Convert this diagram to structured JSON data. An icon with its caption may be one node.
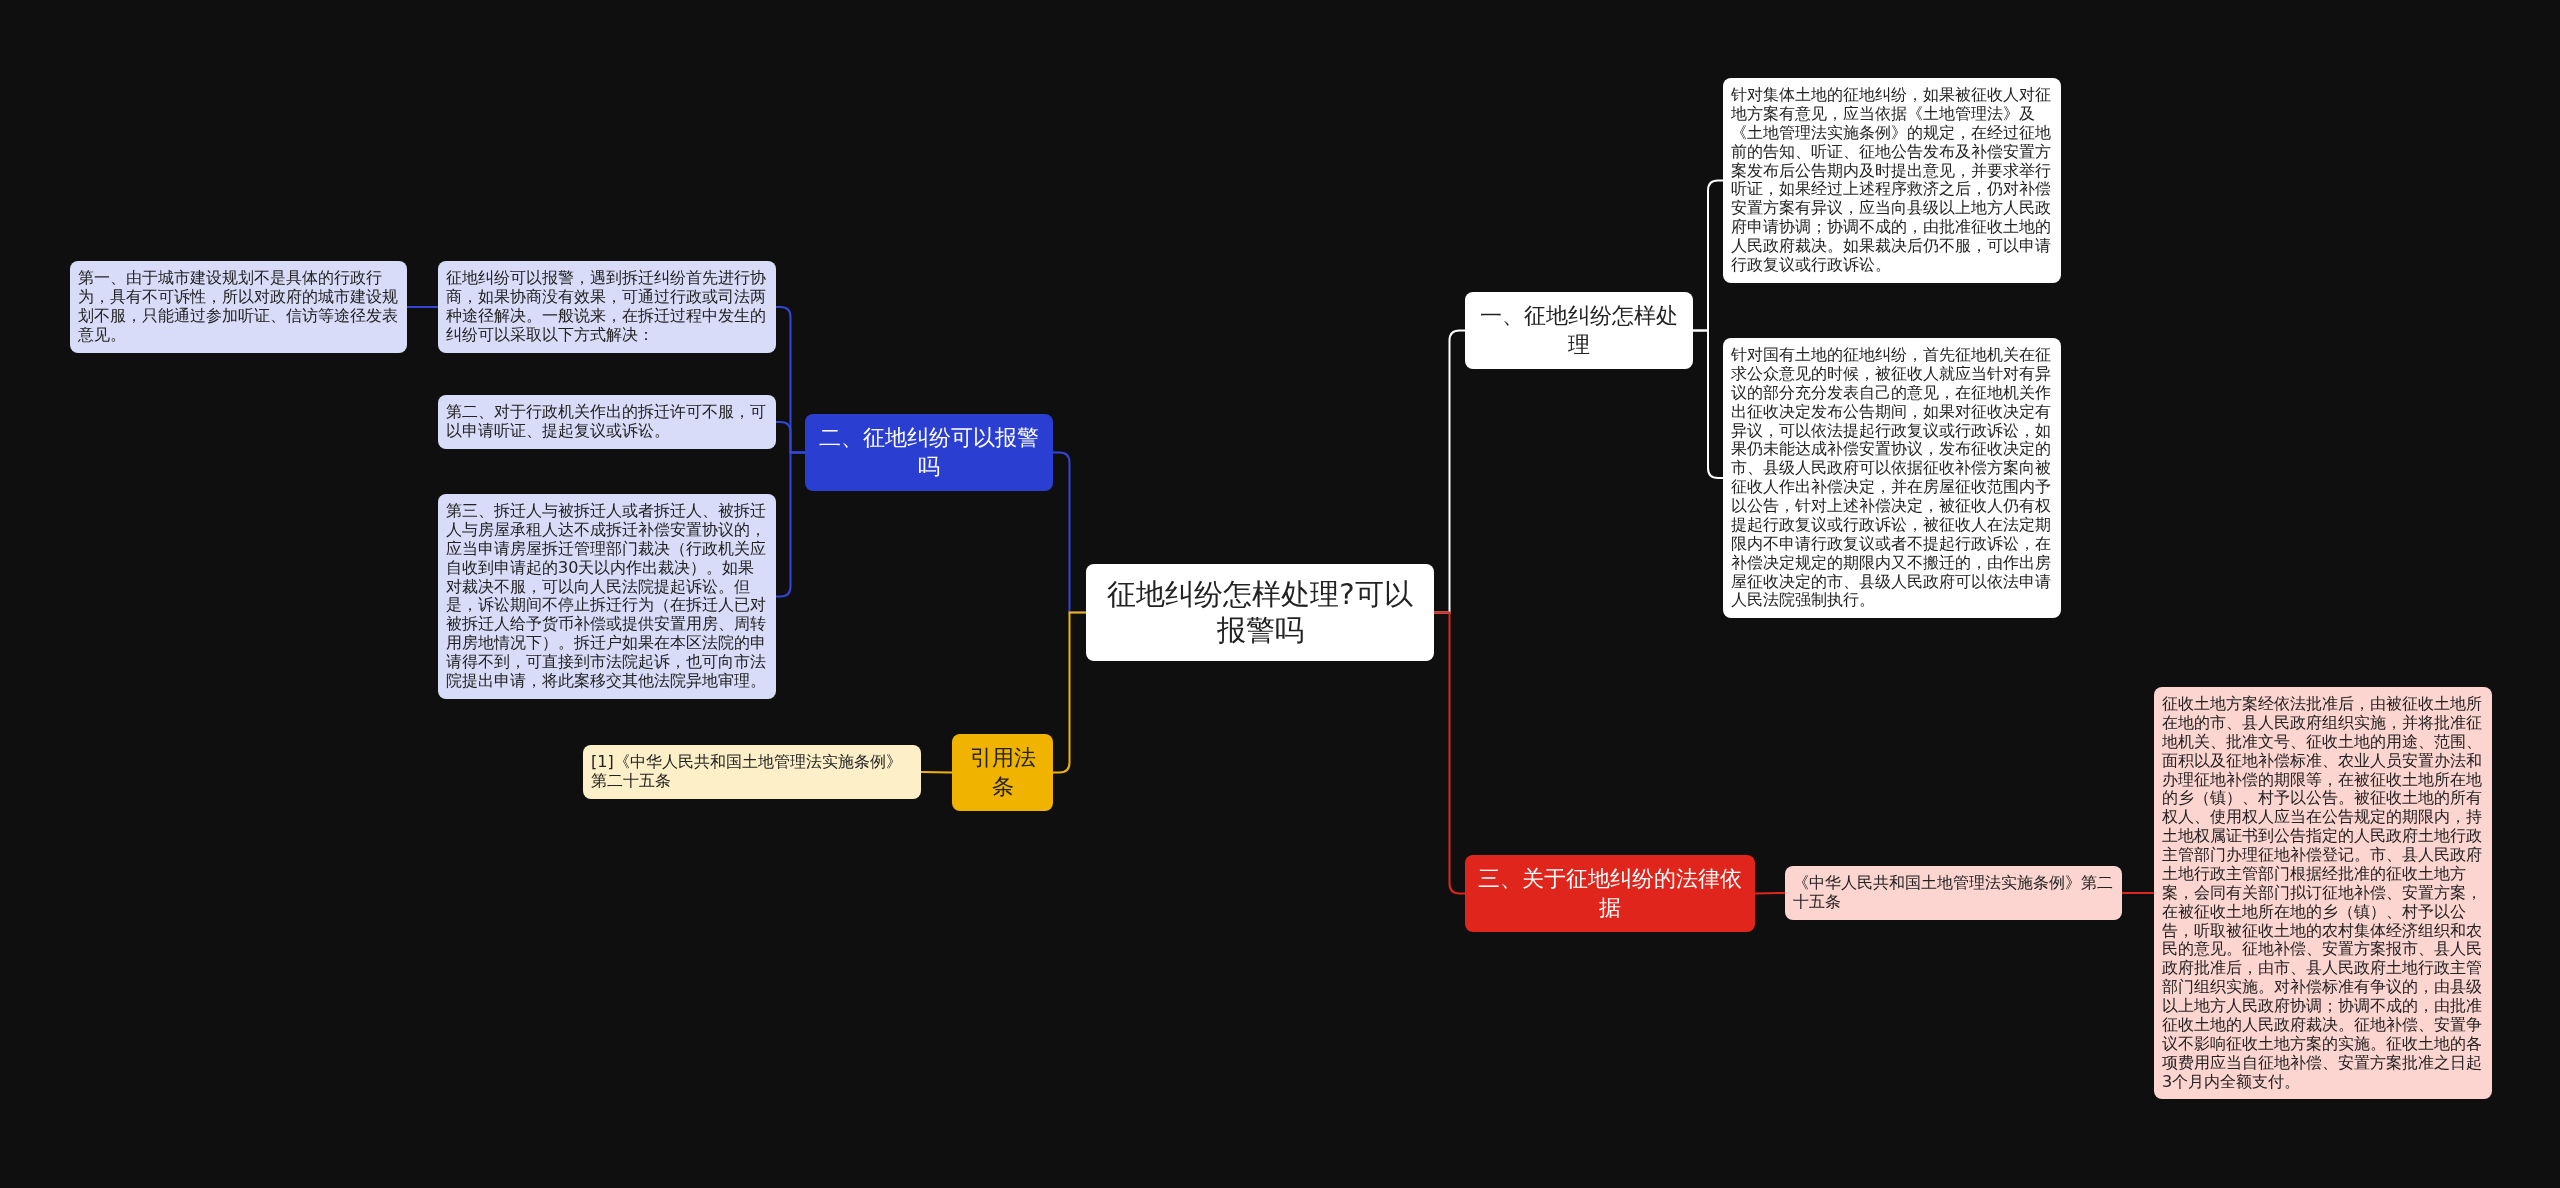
{
  "diagram": {
    "nodes": [
      {
        "text": [
          "征地纠纷怎样处理?可以报警吗"
        ]
      },
      {
        "text": [
          "一、征地纠纷怎样处理"
        ]
      },
      {
        "text": [
          "针对集体土地的征地纠纷，如果被征收人对征地方案有意见，应当依据《土地管理法》及《土地管理法实施条例》的规定，在经过征地前的告知、听证、征地公告发布及补偿安置方案发布后公告期内及时提出意见，并要求举行听证，如果经过上述程序救济之后，仍对补偿安置方案有异议，应当向县级以上地方人民政府申请协调；协调不成的，由批准征收土地的人民政府裁决。如果裁决后仍不服，可以申请行政复议或行政诉讼。"
        ]
      },
      {
        "text": [
          "针对国有土地的征地纠纷，首先征地机关在征求公众意见的时候，被征收人就应当针对有异议的部分充分发表自己的意见，在征地机关作出征收决定发布公告期间，如果对征收决定有异议，可以依法提起行政复议或行政诉讼，如果仍未能达成补偿安置协议，发布征收决定的市、县级人民政府可以依据征收补偿方案向被征收人作出补偿决定，并在房屋征收范围内予以公告，针对上述补偿决定，被征收人仍有权提起行政复议或行政诉讼，被征收人在法定期限内不申请行政复议或者不提起行政诉讼，在补偿决定规定的期限内又不搬迁的，由作出房屋征收决定的市、县级人民政府可以依法申请人民法院强制执行。"
        ]
      },
      {
        "text": [
          "二、征地纠纷可以报警吗"
        ]
      },
      {
        "text": [
          "征地纠纷可以报警，遇到拆迁纠纷首先进行协商，如果协商没有效果，可通过行政或司法两种途径解决。一般说来，在拆迁过程中发生的纠纷可以采取以下方式解决："
        ]
      },
      {
        "text": [
          "第一、由于城市建设规划不是具体的行政行为，具有不可诉性，所以对政府的城市建设规划不服，只能通过参加听证、信访等途径发表意见。"
        ]
      },
      {
        "text": [
          "第二、对于行政机关作出的拆迁许可不服，可以申请听证、提起复议或诉讼。"
        ]
      },
      {
        "text": [
          "第三、拆迁人与被拆迁人或者拆迁人、被拆迁人与房屋承租人达不成拆迁补偿安置协议的，应当申请房屋拆迁管理部门裁决（行政机关应自收到申请起的30天以内作出裁决）。如果对裁决不服，可以向人民法院提起诉讼。但是，诉讼期间不停止拆迁行为（在拆迁人已对被拆迁人给予货币补偿或提供安置用房、周转用房地情况下）。拆迁户如果在本区法院的申请得不到，可直接到市法院起诉，也可向市法院提出申请，将此案移交其他法院异地审理。"
        ]
      },
      {
        "text": [
          "引用法条"
        ]
      },
      {
        "text": [
          "[1]《中华人民共和国土地管理法实施条例》第二十五条"
        ]
      },
      {
        "text": [
          "三、关于征地纠纷的法律依据"
        ]
      },
      {
        "text": [
          "《中华人民共和国土地管理法实施条例》第二十五条"
        ]
      },
      {
        "text": [
          "征收土地方案经依法批准后，由被征收土地所在地的市、县人民政府组织实施，并将批准征地机关、批准文号、征收土地的用途、范围、面积以及征地补偿标准、农业人员安置办法和办理征地补偿的期限等，在被征收土地所在地的乡（镇）、村予以公告。被征收土地的所有权人、使用权人应当在公告规定的期限内，持土地权属证书到公告指定的人民政府土地行政主管部门办理征地补偿登记。市、县人民政府土地行政主管部门根据经批准的征收土地方案，会同有关部门拟订征地补偿、安置方案，在被征收土地所在地的乡（镇）、村予以公告，听取被征收土地的农村集体经济组织和农民的意见。征地补偿、安置方案报市、县人民政府批准后，由市、县人民政府土地行政主管部门组织实施。对补偿标准有争议的，由县级以上地方人民政府协调；协调不成的，由批准征收土地的人民政府裁决。征地补偿、安置争议不影响征收土地方案的实施。征收土地的各项费用应当自征地补偿、安置方案批准之日起3个月内全额支付。"
        ]
      }
    ],
    "edges": [
      {
        "from": 0,
        "to": 1,
        "arrow": "none",
        "color": "#ffffff"
      },
      {
        "from": 1,
        "to": 2,
        "arrow": "none",
        "color": "#ffffff"
      },
      {
        "from": 1,
        "to": 3,
        "arrow": "none",
        "color": "#ffffff"
      },
      {
        "from": 0,
        "to": 4,
        "arrow": "none"
      },
      {
        "from": 4,
        "to": 5,
        "arrow": "none"
      },
      {
        "from": 5,
        "to": 6,
        "arrow": "none"
      },
      {
        "from": 4,
        "to": 7,
        "arrow": "none"
      },
      {
        "from": 4,
        "to": 8,
        "arrow": "none"
      },
      {
        "from": 0,
        "to": 9,
        "arrow": "none",
        "color": "#f0b400"
      },
      {
        "from": 9,
        "to": 10,
        "arrow": "none",
        "color": "#f0b400"
      },
      {
        "from": 0,
        "to": 11,
        "arrow": "none",
        "color": "#e0261c"
      },
      {
        "from": 11,
        "to": 12,
        "arrow": "none",
        "color": "#e0261c"
      },
      {
        "from": 12,
        "to": 13,
        "arrow": "none",
        "color": "#e0261c"
      }
    ]
  }
}
